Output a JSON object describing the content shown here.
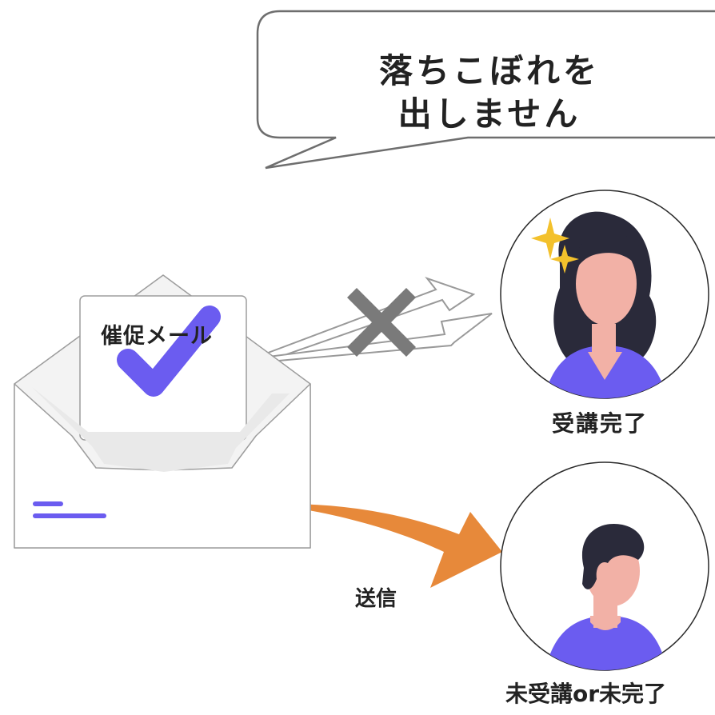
{
  "speech_bubble": {
    "line1": "落ちこぼれを",
    "line2": "出しません"
  },
  "envelope": {
    "letter_label": "催促メール"
  },
  "send_label": "送信",
  "recipients": {
    "completed_label": "受講完了",
    "incomplete_label": "未受講or未完了"
  },
  "colors": {
    "accent_purple": "#6b5cf0",
    "send_arrow_orange": "#e7893a",
    "cross_gray": "#777777",
    "skin": "#f2b1a6",
    "hair_dark": "#2a2a3a",
    "sparkle_gold": "#f3c12c"
  }
}
